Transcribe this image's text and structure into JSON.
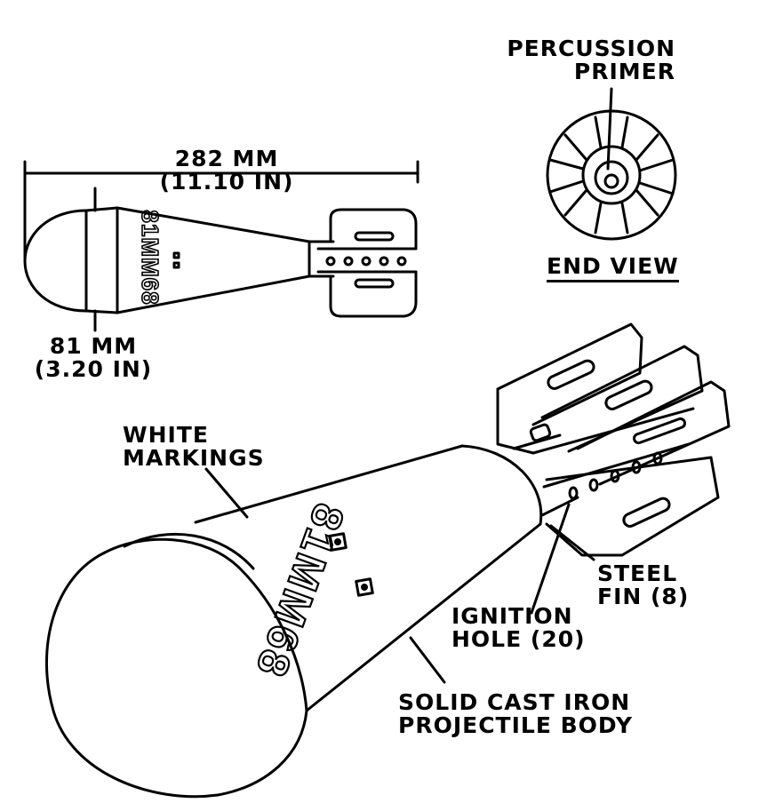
{
  "labels": {
    "length_mm": "282 MM",
    "length_in": "(11.10 IN)",
    "diameter_mm": "81 MM",
    "diameter_in": "(3.20 IN)",
    "percussion_1": "PERCUSSION",
    "percussion_2": "PRIMER",
    "end_view": "END VIEW",
    "white_1": "WHITE",
    "white_2": "MARKINGS",
    "steel_1": "STEEL",
    "steel_2": "FIN (8)",
    "ignition_1": "IGNITION",
    "ignition_2": "HOLE (20)",
    "body_1": "SOLID CAST IRON",
    "body_2": "PROJECTILE BODY"
  },
  "markings": {
    "small_view": "81MM68",
    "large_view": "81MM68"
  }
}
